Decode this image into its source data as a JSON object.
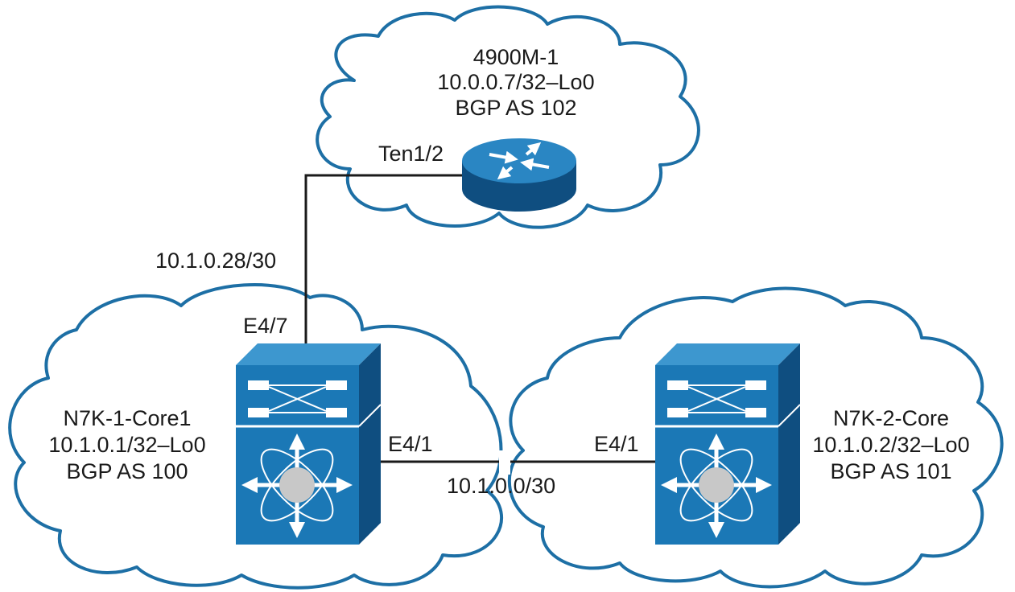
{
  "colors": {
    "cloud_stroke": "#1d6fa5",
    "device_front": "#1b78b6",
    "device_top": "#3d97cf",
    "device_side": "#0f4e80",
    "line": "#1a1a1a"
  },
  "nodes": {
    "router": {
      "name": "4900M-1",
      "loopback": "10.0.0.7/32–Lo0",
      "as": "BGP AS 102",
      "icon": "router-icon"
    },
    "core1": {
      "name": "N7K-1-Core1",
      "loopback": "10.1.0.1/32–Lo0",
      "as": "BGP AS 100",
      "icon": "nexus-switch-icon"
    },
    "core2": {
      "name": "N7K-2-Core",
      "loopback": "10.1.0.2/32–Lo0",
      "as": "BGP AS 101",
      "icon": "nexus-switch-icon"
    }
  },
  "links": {
    "router_core1": {
      "subnet": "10.1.0.28/30",
      "router_intf": "Ten1/2",
      "core1_intf": "E4/7"
    },
    "core1_core2": {
      "subnet": "10.1.0.0/30",
      "core1_intf": "E4/1",
      "core2_intf": "E4/1"
    }
  }
}
